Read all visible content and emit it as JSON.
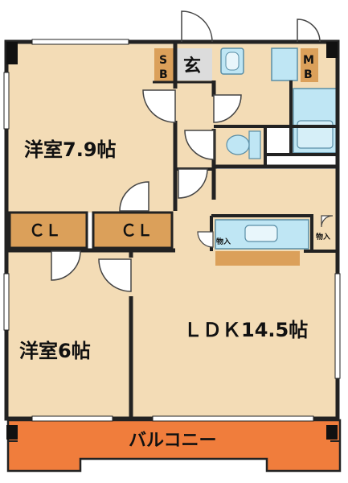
{
  "plan": {
    "room_western_1": "洋室7.9帖",
    "room_western_2": "洋室6帖",
    "room_ldk": "ＬＤＫ14.5帖",
    "closet_1": "ＣＬ",
    "closet_2": "ＣＬ",
    "entrance": "玄",
    "shoe_box_top": "S",
    "shoe_box_bottom": "B",
    "meter_box_top": "M",
    "meter_box_bottom": "B",
    "storage_1": "物入",
    "storage_2": "物入",
    "balcony": "バルコニー"
  },
  "colors": {
    "floor": "#f3dcb6",
    "wall": "#222222",
    "closet": "#dba05a",
    "balcony": "#f07d3c",
    "fixture": "#bfe6f4",
    "fixture_stroke": "#5a8ea6"
  }
}
